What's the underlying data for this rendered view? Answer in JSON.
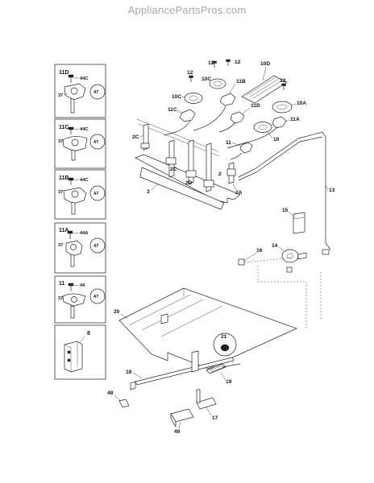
{
  "watermark": "AppliancePartsPros.com",
  "insets": [
    {
      "id": "11D",
      "screw": "44C",
      "left": "37",
      "right": "47"
    },
    {
      "id": "11C",
      "screw": "44C",
      "left": "37",
      "right": "47"
    },
    {
      "id": "11B",
      "screw": "44C",
      "left": "37",
      "right": "47"
    },
    {
      "id": "11A",
      "screw": "44A",
      "left": "37",
      "right": "47"
    },
    {
      "id": "11",
      "screw": "44",
      "left": "37",
      "right": "47"
    }
  ],
  "inset8": {
    "id": "8"
  },
  "callouts": {
    "c12a": "12",
    "c12b": "12",
    "c12c": "12",
    "c12d": "12",
    "c10d": "10D",
    "c10c_top": "10C",
    "c11b": "11B",
    "c10c": "10C",
    "c11c": "11C",
    "c11d": "11D",
    "c10a": "10A",
    "c11a": "11A",
    "c10": "10",
    "c11": "11",
    "c2a_top": "2C",
    "c2c": "2C",
    "c2d": "2D",
    "c2": "2",
    "c2a": "2A",
    "c3": "3",
    "c13": "13",
    "c15": "15",
    "c14": "14",
    "c16": "16",
    "c20": "20",
    "c21": "21",
    "c18": "18",
    "c19": "19",
    "c48": "48",
    "c17": "17",
    "c49": "49"
  }
}
